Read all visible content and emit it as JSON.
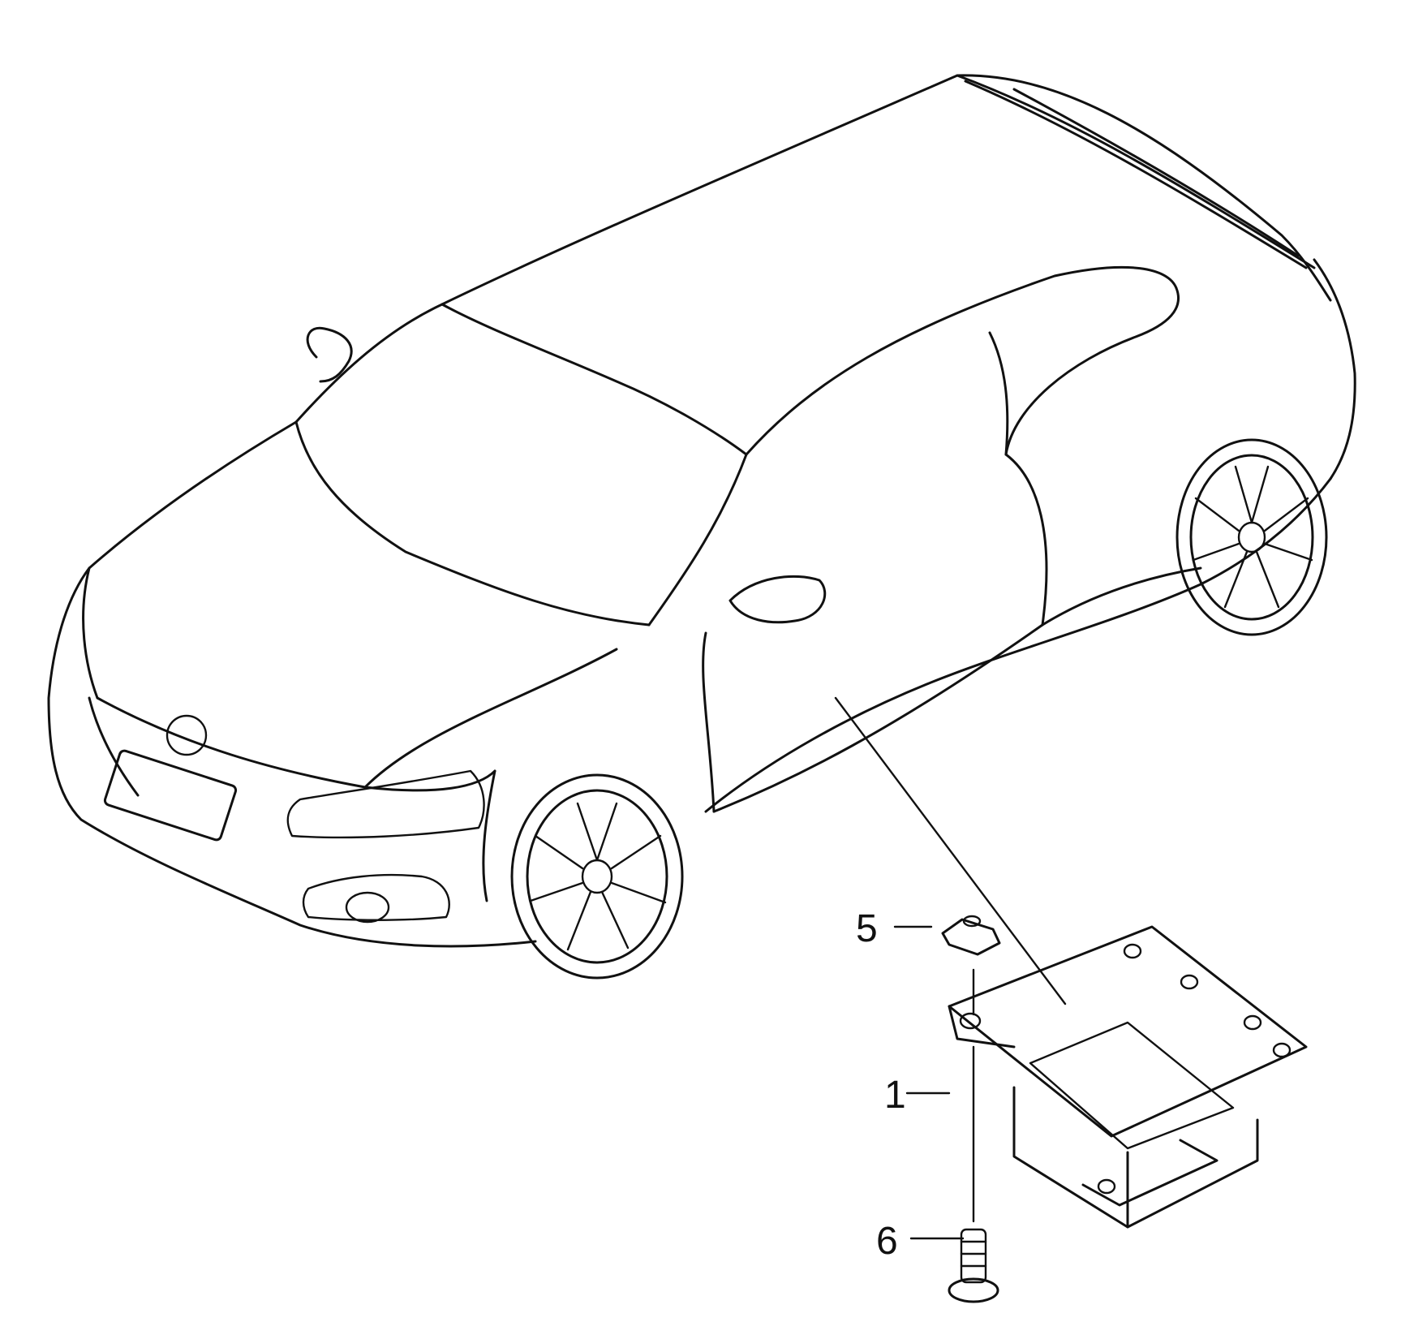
{
  "diagram": {
    "callouts": [
      {
        "id": "callout-5",
        "label": "5"
      },
      {
        "id": "callout-1",
        "label": "1"
      },
      {
        "id": "callout-6",
        "label": "6"
      }
    ]
  },
  "colors": {
    "line": "#111111",
    "background": "#ffffff"
  }
}
